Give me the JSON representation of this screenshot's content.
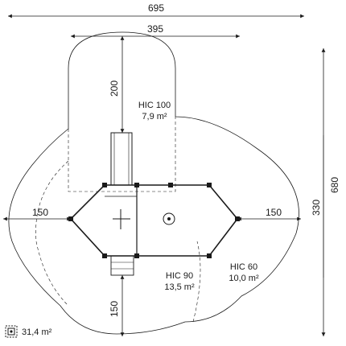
{
  "dimensions": {
    "overall_width": "695",
    "top_width": "395",
    "overall_height": "680",
    "side_height": "330",
    "top_depth": "200",
    "left_offset": "150",
    "right_offset": "150",
    "bottom_depth": "150"
  },
  "zones": {
    "hic100": {
      "name": "HIC 100",
      "area": "7,9 m²"
    },
    "hic90": {
      "name": "HIC 90",
      "area": "13,5 m²"
    },
    "hic60": {
      "name": "HIC 60",
      "area": "10,0 m²"
    }
  },
  "legend": {
    "total_area": "31,4 m²",
    "icon": "area-icon"
  },
  "colors": {
    "ink": "#1a1a1a"
  }
}
